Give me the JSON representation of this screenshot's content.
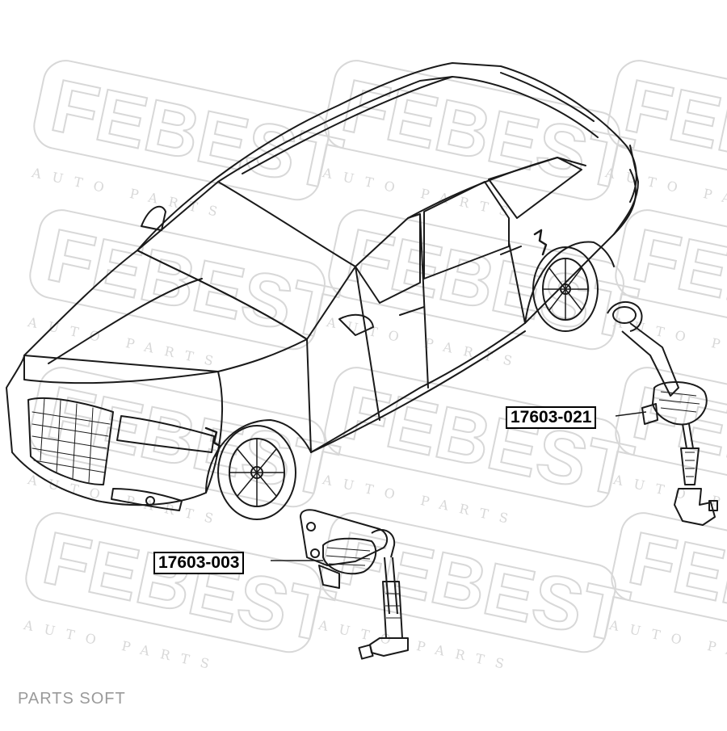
{
  "watermark": {
    "brand": "FEBEST",
    "tagline": "AUTO PARTS",
    "color": "#d8d8d8"
  },
  "callouts": {
    "rear_part": "17603-021",
    "front_part": "17603-003"
  },
  "footer": {
    "text": "PARTS SOFT",
    "color": "#9a9a9a"
  },
  "colors": {
    "line": "#1a1a1a",
    "background": "#ffffff"
  }
}
